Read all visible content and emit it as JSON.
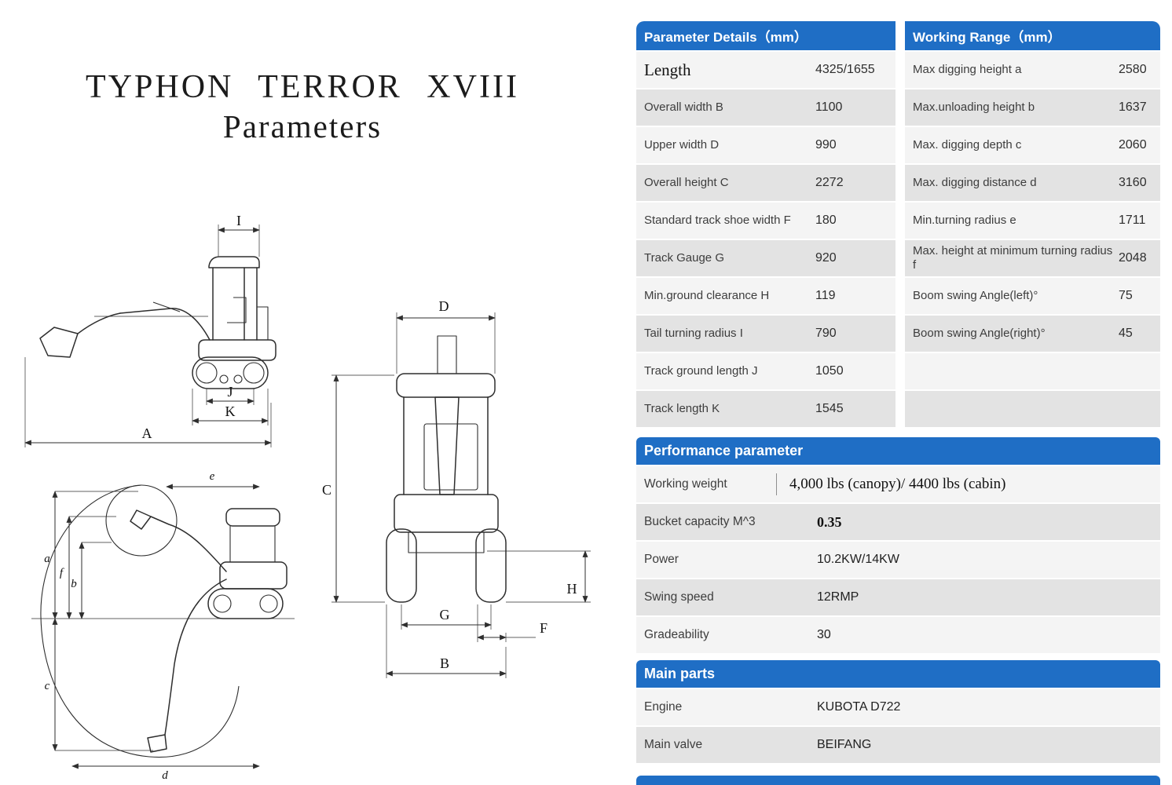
{
  "title": {
    "line1": "TYPHON TERROR XVIII",
    "line2": "Parameters"
  },
  "colors": {
    "header_blue": "#1f6ec5",
    "row_light": "#f4f4f4",
    "row_dark": "#e3e3e3"
  },
  "spec_table": {
    "col1_header": "Parameter Details（mm）",
    "col2_header": "Working Range（mm）",
    "rows": [
      {
        "p_label": "Length",
        "p_value": "4325/1655",
        "w_label": "Max digging height a",
        "w_value": "2580"
      },
      {
        "p_label": "Overall width B",
        "p_value": "1100",
        "w_label": "Max.unloading height b",
        "w_value": "1637"
      },
      {
        "p_label": "Upper width D",
        "p_value": "990",
        "w_label": "Max. digging depth c",
        "w_value": "2060"
      },
      {
        "p_label": "Overall height C",
        "p_value": "2272",
        "w_label": "Max. digging distance d",
        "w_value": "3160"
      },
      {
        "p_label": "Standard track shoe width F",
        "p_value": "180",
        "w_label": "Min.turning radius e",
        "w_value": "1711"
      },
      {
        "p_label": "Track Gauge G",
        "p_value": "920",
        "w_label": "Max. height at minimum turning radius f",
        "w_value": "2048"
      },
      {
        "p_label": "Min.ground clearance H",
        "p_value": "119",
        "w_label": "Boom swing Angle(left)°",
        "w_value": "75"
      },
      {
        "p_label": "Tail turning radius I",
        "p_value": "790",
        "w_label": "Boom swing Angle(right)°",
        "w_value": "45"
      },
      {
        "p_label": "Track ground length J",
        "p_value": "1050",
        "w_label": "",
        "w_value": ""
      },
      {
        "p_label": "Track length K",
        "p_value": "1545",
        "w_label": "",
        "w_value": ""
      }
    ]
  },
  "performance": {
    "header": "Performance parameter",
    "rows": [
      {
        "label": "Working weight",
        "value": "4,000 lbs (canopy)/ 4400 lbs (cabin)"
      },
      {
        "label": "Bucket capacity M^3",
        "value": "0.35"
      },
      {
        "label": "Power",
        "value": "10.2KW/14KW"
      },
      {
        "label": "Swing speed",
        "value": "12RMP"
      },
      {
        "label": "Gradeability",
        "value": "30"
      }
    ]
  },
  "main_parts": {
    "header": "Main parts",
    "rows": [
      {
        "label": "Engine",
        "value": "KUBOTA D722"
      },
      {
        "label": "Main valve",
        "value": "BEIFANG"
      }
    ]
  },
  "diagram": {
    "side": {
      "I": "I",
      "J": "J",
      "K": "K",
      "A": "A"
    },
    "front": {
      "D": "D",
      "C": "C",
      "G": "G",
      "B": "B",
      "F": "F",
      "H": "H"
    },
    "range": {
      "e": "e",
      "a": "a",
      "f": "f",
      "b": "b",
      "c": "c",
      "d": "d"
    }
  }
}
